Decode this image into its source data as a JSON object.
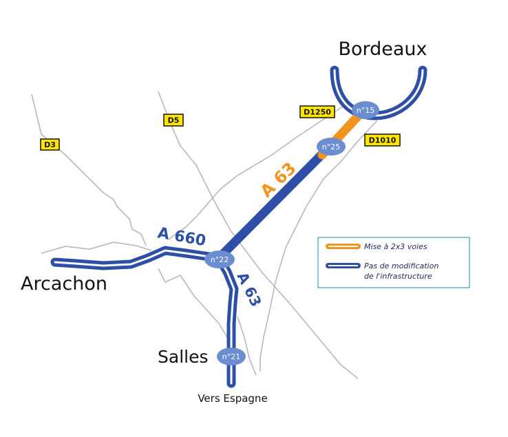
{
  "cities": {
    "bordeaux": "Bordeaux",
    "arcachon": "Arcachon",
    "salles": "Salles",
    "espagne": "Vers Espagne"
  },
  "roads": {
    "a63_north": "A 63",
    "a63_south": "A 63",
    "a660": "A 660"
  },
  "departmental": {
    "d3": "D3",
    "d5": "D5",
    "d1250": "D1250",
    "d1010": "D1010"
  },
  "exits": {
    "n15": "n°15",
    "n25": "n°25",
    "n22": "n°22",
    "n21": "n°21"
  },
  "legend": {
    "orange": "Mise à 2x3 voies",
    "blue_line1": "Pas de modification",
    "blue_line2": "de l'infrastructure"
  },
  "colors": {
    "orange": "#f2931e",
    "blue": "#2e4fa6",
    "exit_fill": "#6a8ed0",
    "d_road_yellow": "#ffe600",
    "secondary_road": "#b8b8b8",
    "legend_border": "#4ba7b0"
  }
}
